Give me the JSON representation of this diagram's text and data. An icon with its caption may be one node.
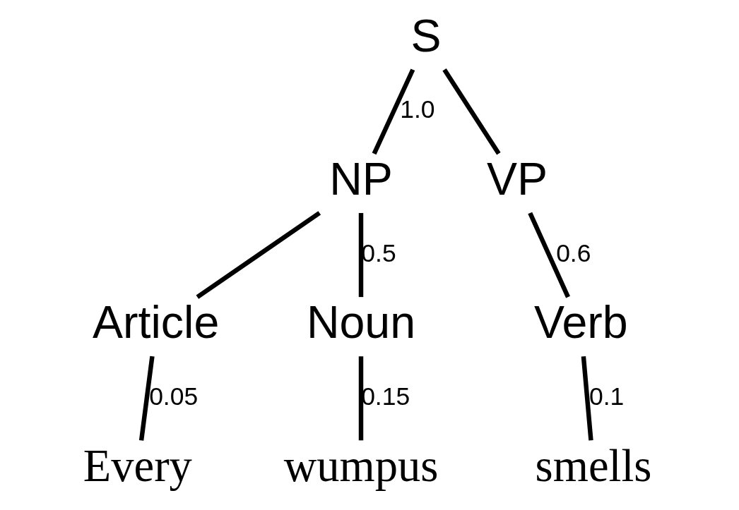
{
  "diagram": {
    "nodes": [
      {
        "text": [
          "S"
        ]
      },
      {
        "text": [
          "NP"
        ]
      },
      {
        "text": [
          "VP"
        ]
      },
      {
        "text": [
          "Article"
        ]
      },
      {
        "text": [
          "Noun"
        ]
      },
      {
        "text": [
          "Verb"
        ]
      },
      {
        "text": [
          "Every"
        ]
      },
      {
        "text": [
          "wumpus"
        ]
      },
      {
        "text": [
          "smells"
        ]
      }
    ],
    "edges": [
      {
        "from": 0,
        "to": 1,
        "arrow": "none",
        "label": "1.0"
      },
      {
        "from": 0,
        "to": 2,
        "arrow": "none"
      },
      {
        "from": 1,
        "to": 3,
        "arrow": "none"
      },
      {
        "from": 1,
        "to": 4,
        "arrow": "none",
        "label": "0.5"
      },
      {
        "from": 2,
        "to": 5,
        "arrow": "none",
        "label": "0.6"
      },
      {
        "from": 3,
        "to": 6,
        "arrow": "none",
        "label": "0.05"
      },
      {
        "from": 4,
        "to": 7,
        "arrow": "none",
        "label": "0.15"
      },
      {
        "from": 5,
        "to": 8,
        "arrow": "none",
        "label": "0.1"
      }
    ]
  }
}
